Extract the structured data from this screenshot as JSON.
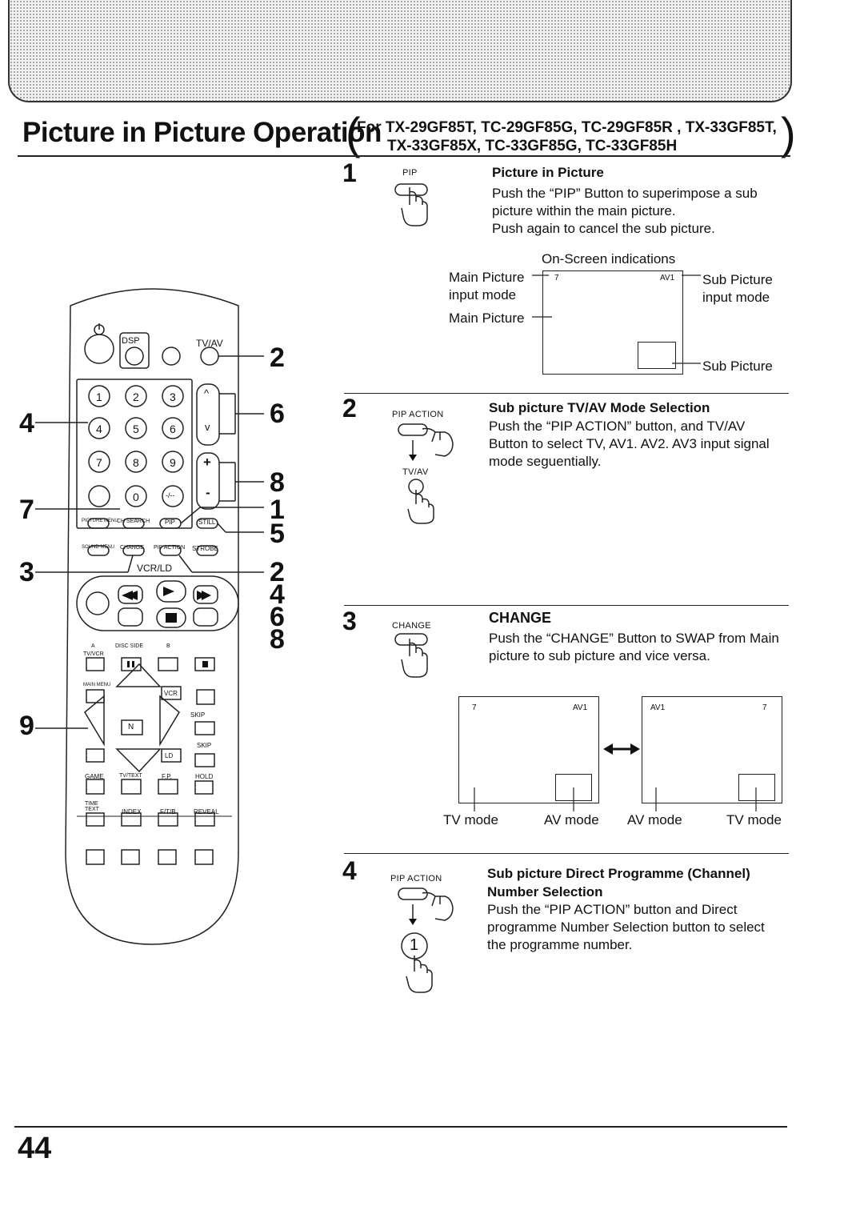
{
  "header": {
    "title": "Picture in Picture Operation",
    "for_label": "For",
    "models_line1": "TX-29GF85T, TC-29GF85G, TC-29GF85R , TX-33GF85T,",
    "models_line2": "TX-33GF85X, TC-33GF85G, TC-33GF85H"
  },
  "remote": {
    "buttons": {
      "dsp": "DSP",
      "tvav": "TV/AV",
      "num1": "1",
      "num2": "2",
      "num3": "3",
      "num4": "4",
      "num5": "5",
      "num6": "6",
      "num7": "7",
      "num8": "8",
      "num9": "9",
      "num0": "0",
      "ch_up": "^",
      "ch_down": "v",
      "vol_up": "+",
      "vol_down": "-",
      "dash": "-/--",
      "picture_menu": "PICTURE MENU",
      "ch_search": "CH SEARCH",
      "pip": "PIP",
      "still": "STILL",
      "sound_menu": "SOUND MENU",
      "change": "CHANGE",
      "pip_action": "PIP ACTION",
      "strobe": "STROBE",
      "vcr_ld": "VCR/LD",
      "disc_side": "DISC SIDE",
      "disc_a": "A",
      "disc_b": "B",
      "tvvcr": "TV/VCR",
      "main_menu": "MAIN MENU",
      "vcr": "VCR",
      "n": "N",
      "ld": "LD",
      "skip_fwd": "SKIP",
      "skip_back": "SKIP",
      "game": "GAME",
      "tvtext": "TV/TEXT",
      "fp": "F.P.",
      "hold": "HOLD",
      "time_text": "TIME TEXT",
      "index": "INDEX",
      "ftb": "F/T/B",
      "reveal": "REVEAL"
    },
    "callouts": {
      "c2a": "2",
      "c6": "6",
      "c4": "4",
      "c8": "8",
      "c7": "7",
      "c1": "1",
      "c5": "5",
      "c3": "3",
      "c2b": "2",
      "c4b": "4",
      "c6b": "6",
      "c8b": "8",
      "c9": "9"
    }
  },
  "steps": [
    {
      "number": "1",
      "button_label": "PIP",
      "heading": "Picture in Picture",
      "body": "Push the “PIP” Button to superimpose a sub picture within the main picture.\nPush again to cancel the sub picture.",
      "diagram": {
        "caption": "On-Screen indications",
        "main_picture_input_mode": "Main Picture\ninput mode",
        "main_picture": "Main Picture",
        "sub_picture_input_mode": "Sub Picture\ninput mode",
        "sub_picture": "Sub Picture",
        "main_indicator": "7",
        "sub_indicator": "AV1"
      }
    },
    {
      "number": "2",
      "button_label": "PIP ACTION",
      "button_label2": "TV/AV",
      "heading": "Sub picture TV/AV Mode Selection",
      "body": "Push the “PIP ACTION” button, and TV/AV Button to select TV, AV1. AV2. AV3 input signal mode seguentially."
    },
    {
      "number": "3",
      "button_label": "CHANGE",
      "heading": "CHANGE",
      "body": "Push the “CHANGE” Button to SWAP from Main picture to sub picture and vice versa.",
      "screens": {
        "left_main": "7",
        "left_sub": "AV1",
        "right_main": "AV1",
        "right_sub": "7",
        "labels": [
          "TV mode",
          "AV mode",
          "AV mode",
          "TV mode"
        ]
      }
    },
    {
      "number": "4",
      "button_label": "PIP ACTION",
      "digit": "1",
      "heading": "Sub picture Direct Programme (Channel) Number Selection",
      "body": "Push the “PIP ACTION” button and Direct programme Number Selection button to select the programme number."
    }
  ],
  "page_number": "44"
}
